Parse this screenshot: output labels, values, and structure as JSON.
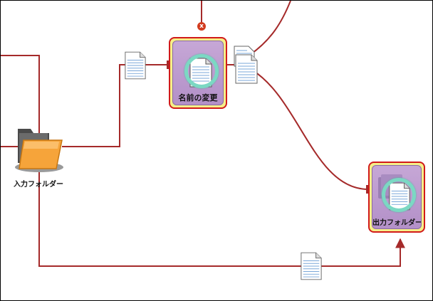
{
  "nodes": {
    "rename": {
      "label": "名前の変更"
    },
    "output_folder": {
      "label": "出力フォルダー"
    },
    "input_folder": {
      "label": "入力フォルダー"
    }
  },
  "icons": {
    "close": "close-icon",
    "document": "document-icon",
    "folder": "folder-icon"
  },
  "colors": {
    "wire": "#a52a2a",
    "node_border": "#d11a1a",
    "node_fill": "#b390c8",
    "ring": "#7bd8c3"
  },
  "badge": {
    "close_glyph": "x"
  }
}
